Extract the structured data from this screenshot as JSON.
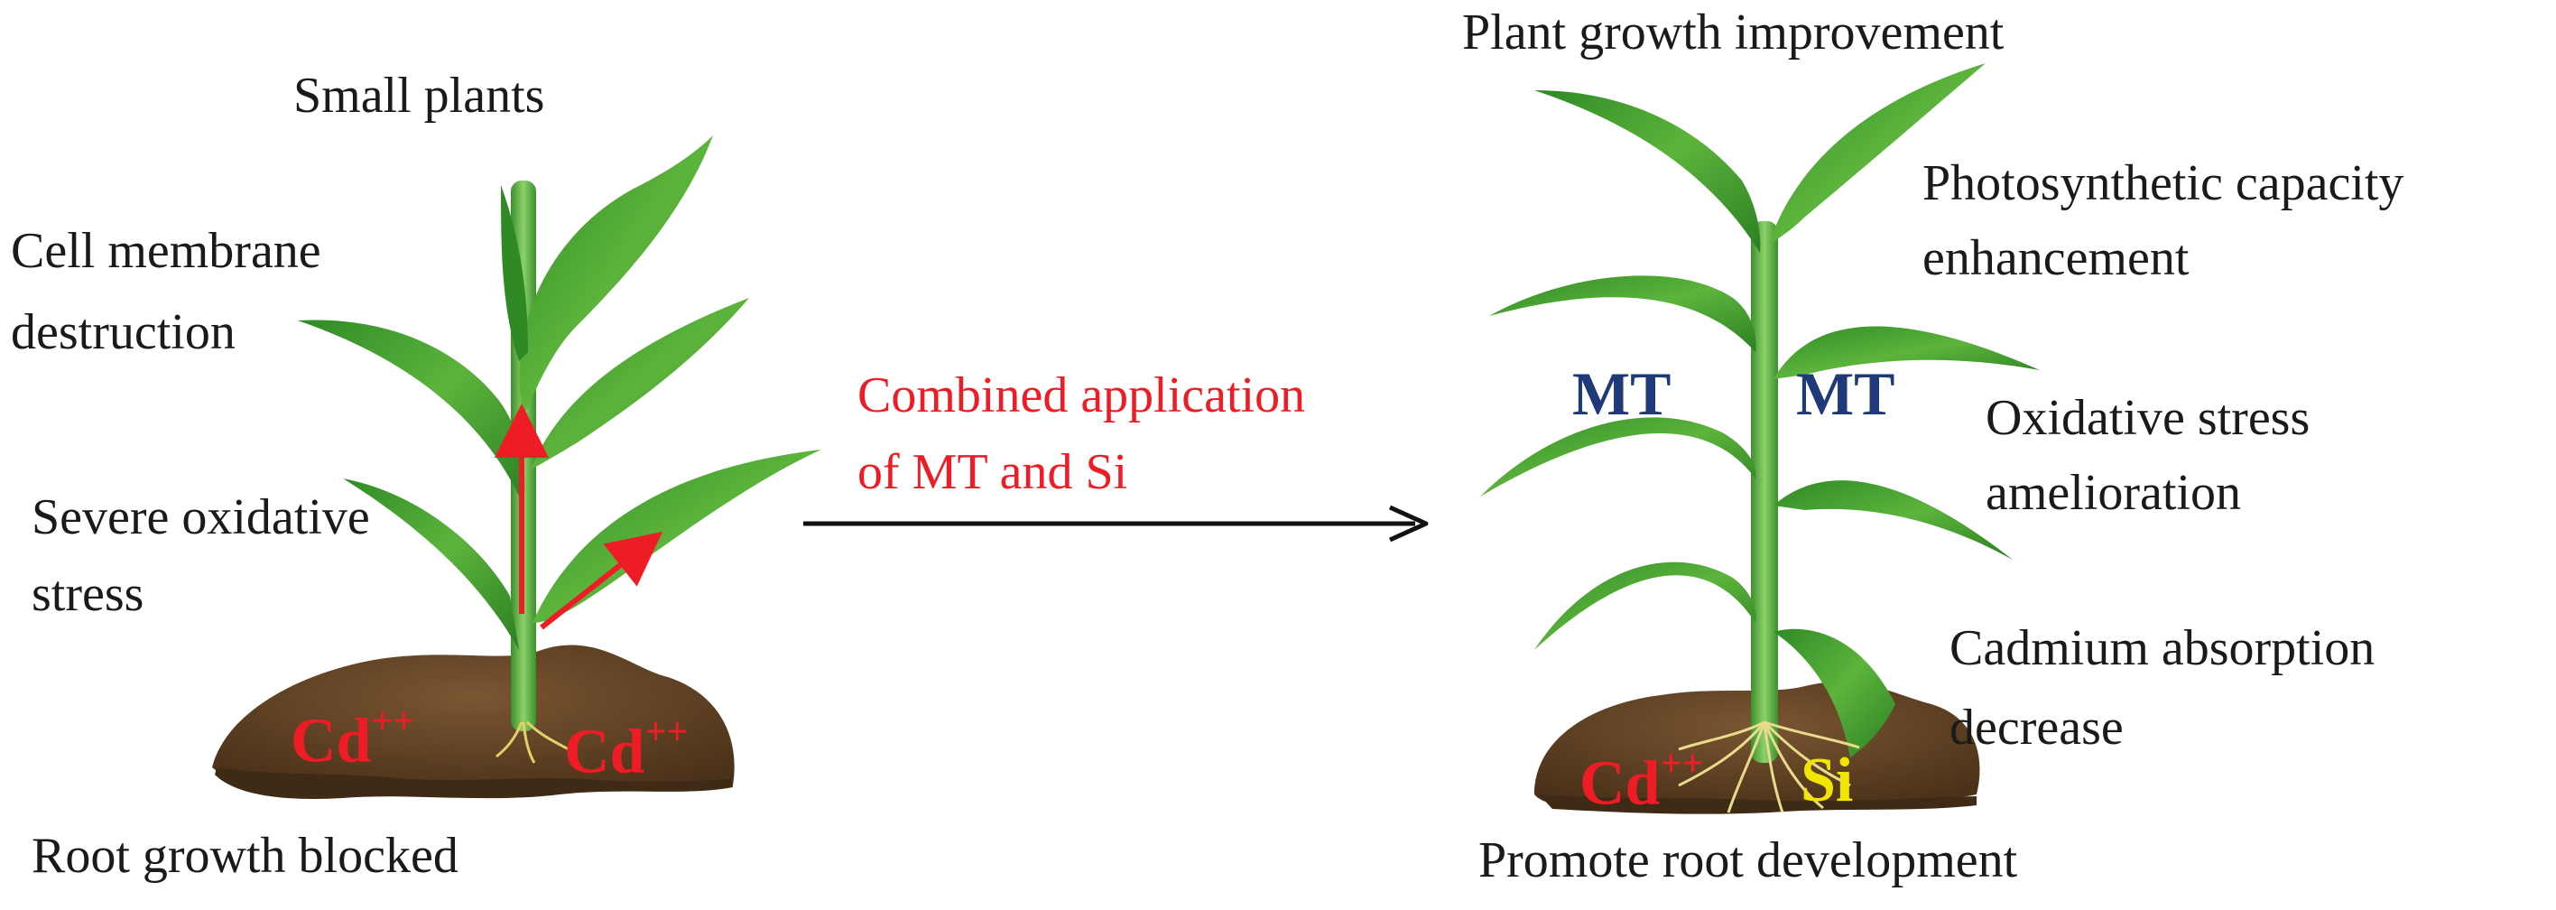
{
  "left": {
    "title": "Small plants",
    "membrane": [
      "Cell membrane",
      "destruction"
    ],
    "oxidative": [
      "Severe oxidative",
      "stress"
    ],
    "root": "Root growth blocked",
    "ion_left": "Cd",
    "ion_right": "Cd",
    "ion_charge": "++"
  },
  "center": {
    "treatment": [
      "Combined application",
      "of MT and Si"
    ]
  },
  "right": {
    "title": "Plant growth improvement",
    "photosynthesis": [
      "Photosynthetic capacity",
      "enhancement"
    ],
    "oxidative": [
      "Oxidative stress",
      "amelioration"
    ],
    "cadmium": [
      "Cadmium absorption",
      "decrease"
    ],
    "root": "Promote root development",
    "mt_left": "MT",
    "mt_right": "MT",
    "ion_cd": "Cd",
    "ion_charge": "++",
    "ion_si": "Si"
  },
  "colors": {
    "leaf": "#3f9a2c",
    "leaf_light": "#8fd05c",
    "stem": "#4aa33a",
    "soil": "#6b4a2b",
    "soil_dark": "#3f2a16",
    "arrow_red": "#ee1c24",
    "mt_blue": "#1f3a78",
    "si_yellow": "#f2e600"
  }
}
